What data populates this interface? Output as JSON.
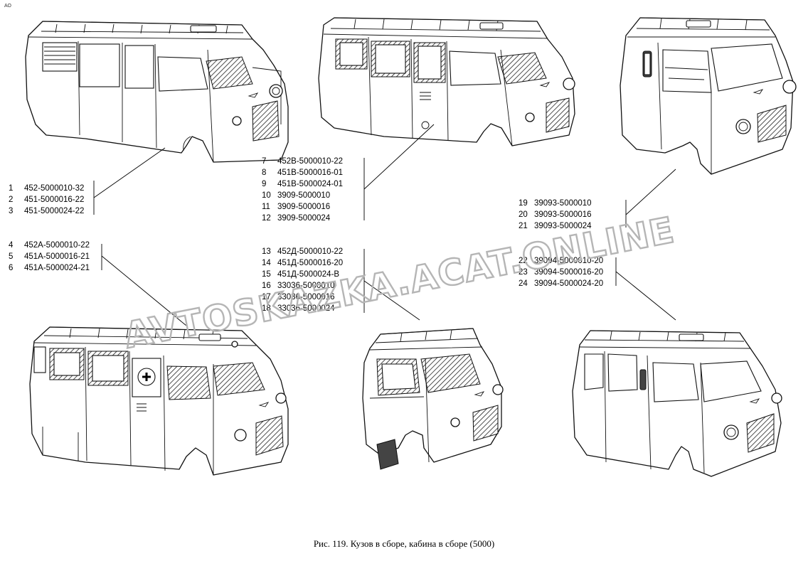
{
  "corner_mark": "АО",
  "caption": "Рис. 119. Кузов в сборе, кабина в сборе (5000)",
  "watermark": "AVTOSKAZKA.ACAT.ONLINE",
  "groups": [
    {
      "id": "g1",
      "items": [
        {
          "num": "1",
          "part": "452-5000010-32"
        },
        {
          "num": "2",
          "part": "451-5000016-22"
        },
        {
          "num": "3",
          "part": "451-5000024-22"
        }
      ]
    },
    {
      "id": "g2",
      "items": [
        {
          "num": "4",
          "part": "452А-5000010-22"
        },
        {
          "num": "5",
          "part": "451А-5000016-21"
        },
        {
          "num": "6",
          "part": "451А-5000024-21"
        }
      ]
    },
    {
      "id": "g3",
      "items": [
        {
          "num": "7",
          "part": "452В-5000010-22"
        },
        {
          "num": "8",
          "part": "451В-5000016-01"
        },
        {
          "num": "9",
          "part": "451В-5000024-01"
        },
        {
          "num": "10",
          "part": "3909-5000010"
        },
        {
          "num": "11",
          "part": "3909-5000016"
        },
        {
          "num": "12",
          "part": "3909-5000024"
        }
      ]
    },
    {
      "id": "g4",
      "items": [
        {
          "num": "13",
          "part": "452Д-5000010-22"
        },
        {
          "num": "14",
          "part": "451Д-5000016-20"
        },
        {
          "num": "15",
          "part": "451Д-5000024-В"
        },
        {
          "num": "16",
          "part": "33036-5000010"
        },
        {
          "num": "17",
          "part": "33036-5000016"
        },
        {
          "num": "18",
          "part": "33036-5000024"
        }
      ]
    },
    {
      "id": "g5",
      "items": [
        {
          "num": "19",
          "part": "39093-5000010"
        },
        {
          "num": "20",
          "part": "39093-5000016"
        },
        {
          "num": "21",
          "part": "39093-5000024"
        }
      ]
    },
    {
      "id": "g6",
      "items": [
        {
          "num": "22",
          "part": "39094-5000010-20"
        },
        {
          "num": "23",
          "part": "39094-5000016-20"
        },
        {
          "num": "24",
          "part": "39094-5000024-20"
        }
      ]
    }
  ]
}
